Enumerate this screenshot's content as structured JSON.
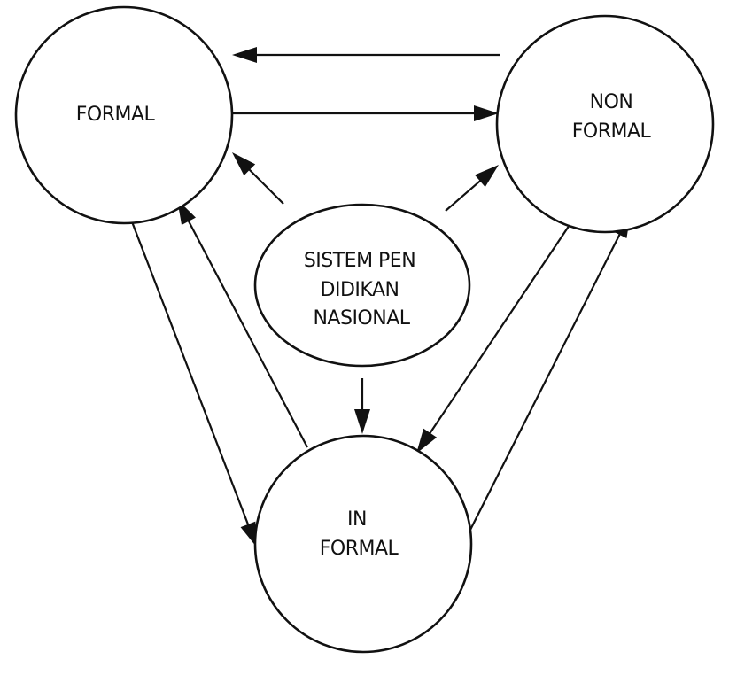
{
  "nodes": {
    "formal": {
      "lines": [
        "FORMAL"
      ]
    },
    "nonformal": {
      "lines": [
        "NON",
        "FORMAL"
      ]
    },
    "center": {
      "lines": [
        "SISTEM PEN",
        "DIDIKAN",
        "NASIONAL"
      ]
    },
    "informal": {
      "lines": [
        "IN",
        "FORMAL"
      ]
    }
  },
  "edges": [
    {
      "from": "nonformal",
      "to": "formal"
    },
    {
      "from": "formal",
      "to": "nonformal"
    },
    {
      "from": "center",
      "to": "formal"
    },
    {
      "from": "center",
      "to": "nonformal"
    },
    {
      "from": "center",
      "to": "informal"
    },
    {
      "from": "formal",
      "to": "informal"
    },
    {
      "from": "informal",
      "to": "formal"
    },
    {
      "from": "nonformal",
      "to": "informal"
    },
    {
      "from": "informal",
      "to": "nonformal"
    }
  ],
  "colors": {
    "stroke": "#111111",
    "background": "#ffffff"
  }
}
